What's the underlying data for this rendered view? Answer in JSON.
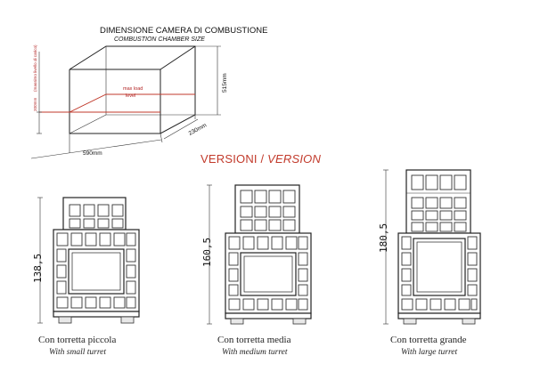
{
  "header": {
    "title": "DIMENSIONE CAMERA DI COMBUSTIONE",
    "subtitle": "COMBUSTION CHAMBER SIZE"
  },
  "chamber": {
    "width_label": "590mm",
    "depth_label": "230mm",
    "height_label": "515mm",
    "max_load_label": "200mm",
    "max_load_note": "(massimo livello di carico)",
    "max_load_text_1": "max load",
    "max_load_text_2": "level"
  },
  "versions": {
    "heading_it": "VERSIONI /",
    "heading_en": "VERSION",
    "items": [
      {
        "height": "138,5",
        "caption_it": "Con torretta piccola",
        "caption_en": "With small turret"
      },
      {
        "height": "160,5",
        "caption_it": "Con torretta media",
        "caption_en": "With medium turret"
      },
      {
        "height": "180,5",
        "caption_it": "Con torretta grande",
        "caption_en": "With large turret"
      }
    ]
  },
  "colors": {
    "accent_red": "#c23a2b",
    "line": "#222222"
  }
}
